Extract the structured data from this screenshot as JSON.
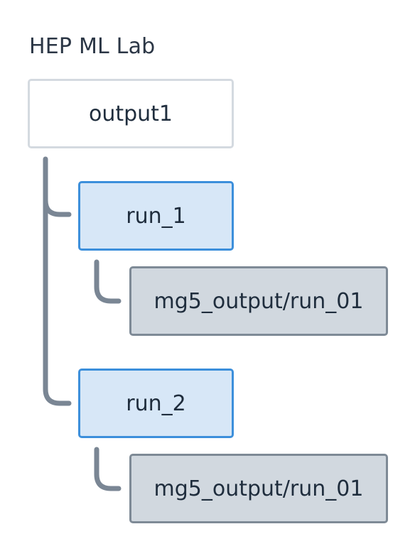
{
  "header": {
    "title": "HEP ML Lab"
  },
  "tree": {
    "root": {
      "label": "output1"
    },
    "runs": [
      {
        "label": "run_1",
        "child": {
          "label": "mg5_output/run_01"
        }
      },
      {
        "label": "run_2",
        "child": {
          "label": "mg5_output/run_01"
        }
      }
    ]
  },
  "colors": {
    "root_border": "#d4dae0",
    "run_fill": "#d7e7f7",
    "run_border": "#3c8fdb",
    "leaf_fill": "#d1d8df",
    "leaf_border": "#7e8a96",
    "connector": "#7a8694"
  }
}
